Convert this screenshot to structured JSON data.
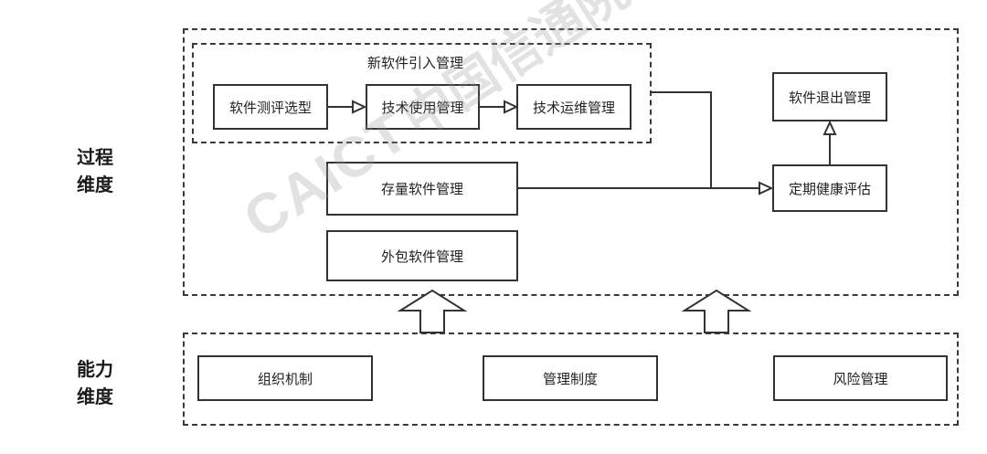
{
  "dimensions": {
    "process_line1": "过程",
    "process_line2": "维度",
    "capability_line1": "能力",
    "capability_line2": "维度"
  },
  "new_software_group": {
    "title": "新软件引入管理",
    "steps": [
      "软件测评选型",
      "技术使用管理",
      "技术运维管理"
    ]
  },
  "stock_management": "存量软件管理",
  "outsourced_management": "外包软件管理",
  "health_evaluation": "定期健康评估",
  "software_retirement": "软件退出管理",
  "capabilities": [
    "组织机制",
    "管理制度",
    "风险管理"
  ],
  "watermark": {
    "latin": "CAICT",
    "cjk": "中国信通院"
  }
}
